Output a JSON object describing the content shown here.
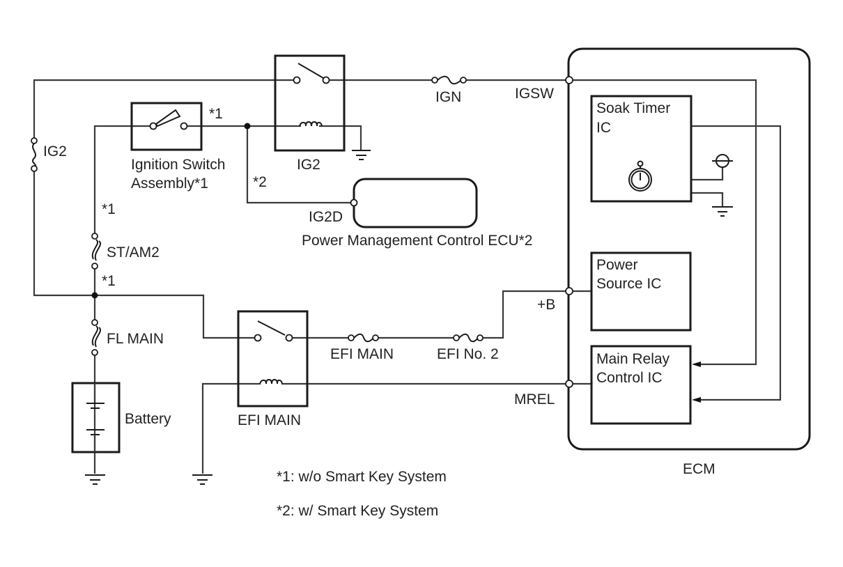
{
  "diagram": {
    "type": "wiring-diagram",
    "components": {
      "ig2_fuse": "IG2",
      "ig2_relay": "IG2",
      "ign_fuse": "IGN",
      "ignition_switch": [
        "Ignition Switch",
        "Assembly*1"
      ],
      "st_am2_fuse": "ST/AM2",
      "fl_main_fuse": "FL MAIN",
      "battery": "Battery",
      "efi_main_relay": "EFI MAIN",
      "efi_main_fuse": "EFI MAIN",
      "efi_no2_fuse": "EFI No. 2",
      "pm_ecu": "Power Management Control ECU*2",
      "ecm": "ECM",
      "soak_timer_ic": [
        "Soak Timer",
        "IC"
      ],
      "power_source_ic": [
        "Power",
        "Source IC"
      ],
      "main_relay_ic": [
        "Main Relay",
        "Control IC"
      ]
    },
    "terminals": {
      "igsw": "IGSW",
      "ig2d": "IG2D",
      "plus_b": "+B",
      "mrel": "MREL"
    },
    "markers": {
      "m1_switch": "*1",
      "m2_branch": "*2",
      "m1_upper": "*1",
      "m1_lower": "*1"
    },
    "notes": [
      "*1: w/o Smart Key System",
      "*2: w/ Smart Key System"
    ]
  }
}
